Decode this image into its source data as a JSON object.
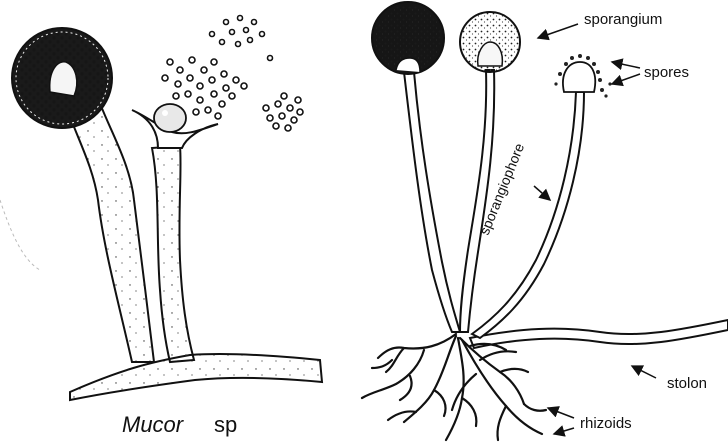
{
  "left_figure": {
    "caption_italic": "Mucor",
    "caption_rest": "sp"
  },
  "right_figure": {
    "labels": {
      "sporangium": "sporangium",
      "spores": "spores",
      "sporangiophore": "sporangiophore",
      "stolon": "stolon",
      "rhizoids": "rhizoids"
    }
  },
  "colors": {
    "ink": "#111111",
    "background": "#ffffff"
  }
}
